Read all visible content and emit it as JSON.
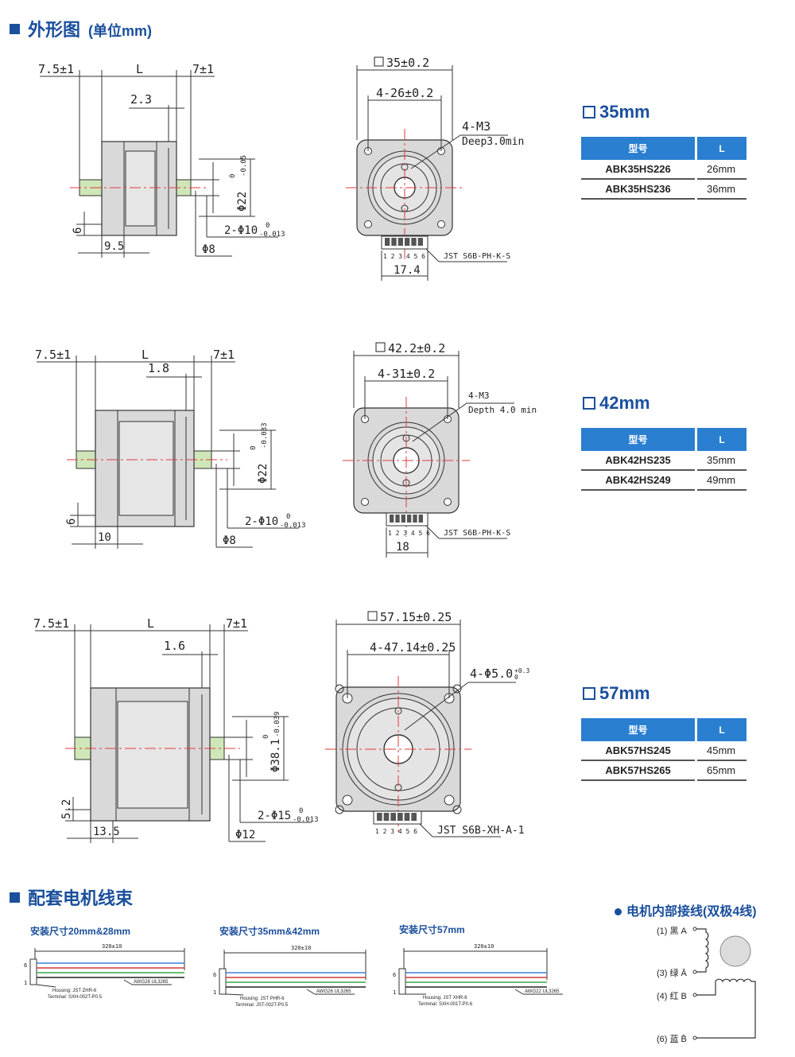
{
  "section1": {
    "title": "外形图",
    "unit": "(单位mm)"
  },
  "section2": {
    "title": "配套电机线束"
  },
  "motors": [
    {
      "size": "35mm",
      "table": {
        "head_model": "型号",
        "head_l": "L",
        "rows": [
          {
            "model": "ABK35HS226",
            "l": "26mm"
          },
          {
            "model": "ABK35HS236",
            "l": "36mm"
          }
        ]
      },
      "dims": {
        "left_ext": "7.5±1",
        "length": "L",
        "right_ext": "7±1",
        "flange": "2.3",
        "shaft_dia": "Φ22",
        "shaft_tol": "-0.05",
        "shaft_tol_top": "0",
        "shaft": "2-Φ10",
        "shaft_sub": "-0.013",
        "shaft_sub_top": "0",
        "inner": "Φ8",
        "height": "6",
        "foot": "9.5",
        "square": "35±0.2",
        "pitch": "4-26±0.2",
        "hole": "4-M3",
        "depth": "Deep3.0min",
        "connector": "JST S6B-PH-K-S",
        "conn_w": "17.4",
        "pins": "1 2 3 4 5 6"
      }
    },
    {
      "size": "42mm",
      "table": {
        "head_model": "型号",
        "head_l": "L",
        "rows": [
          {
            "model": "ABK42HS235",
            "l": "35mm"
          },
          {
            "model": "ABK42HS249",
            "l": "49mm"
          }
        ]
      },
      "dims": {
        "left_ext": "7.5±1",
        "length": "L",
        "right_ext": "7±1",
        "flange": "1.8",
        "shaft_dia": "Φ22",
        "shaft_tol": "-0.033",
        "shaft_tol_top": "0",
        "shaft": "2-Φ10",
        "shaft_sub": "-0.013",
        "shaft_sub_top": "0",
        "inner": "Φ8",
        "height": "6",
        "foot": "10",
        "square": "42.2±0.2",
        "pitch": "4-31±0.2",
        "hole": "4-M3",
        "depth": "Depth 4.0 min",
        "connector": "JST S6B-PH-K-S",
        "conn_w": "18",
        "pins": "1 2 3 4 5 6"
      }
    },
    {
      "size": "57mm",
      "table": {
        "head_model": "型号",
        "head_l": "L",
        "rows": [
          {
            "model": "ABK57HS245",
            "l": "45mm"
          },
          {
            "model": "ABK57HS265",
            "l": "65mm"
          }
        ]
      },
      "dims": {
        "left_ext": "7.5±1",
        "length": "L",
        "right_ext": "7±1",
        "flange": "1.6",
        "shaft_dia": "Φ38.1",
        "shaft_tol": "-0.039",
        "shaft_tol_top": "0",
        "shaft": "2-Φ15",
        "shaft_sub": "-0.013",
        "shaft_sub_top": "0",
        "inner": "Φ12",
        "height": "5.2",
        "foot": "13.5",
        "square": "57.15±0.25",
        "pitch": "4-47.14±0.25",
        "hole": "4-Φ5.0",
        "hole_tol": "+0.3",
        "hole_tol2": "0",
        "depth": "",
        "connector": "JST S6B-XH-A-1",
        "conn_w": "",
        "pins": "1 2 3 4 5 6"
      }
    }
  ],
  "cables": [
    {
      "title": "安装尺寸20mm&28mm",
      "length": "320±10",
      "housing": "Housing: JST ZHR-6",
      "terminal": "Terminal: SXH-002T-P0.5",
      "awg": "AWG28 UL3265"
    },
    {
      "title": "安装尺寸35mm&42mm",
      "length": "320±10",
      "housing": "Housing: JST PHR-6",
      "terminal": "Terminal: JST-002T-P0.5",
      "awg": "AWG26 UL3265"
    },
    {
      "title": "安装尺寸57mm",
      "length": "320±10",
      "housing": "Housing: JST XHR-6",
      "terminal": "Terminal: SXH-001T-P0.6",
      "awg": "AWG22 UL3265"
    }
  ],
  "cable_pins": {
    "top": "6",
    "bottom": "1"
  },
  "wiring": {
    "title": "电机内部接线(双极4线)",
    "labels": [
      "(1) 黑 A",
      "(3) 绿 Ā",
      "(4) 红 B",
      "(6) 蓝 B̄"
    ]
  },
  "colors": {
    "accent": "#1a4f9c",
    "table_head": "#2a7fd1",
    "centerline": "#e23a3a",
    "body": "#d9d9d9",
    "shaft": "#cfe6b8"
  }
}
